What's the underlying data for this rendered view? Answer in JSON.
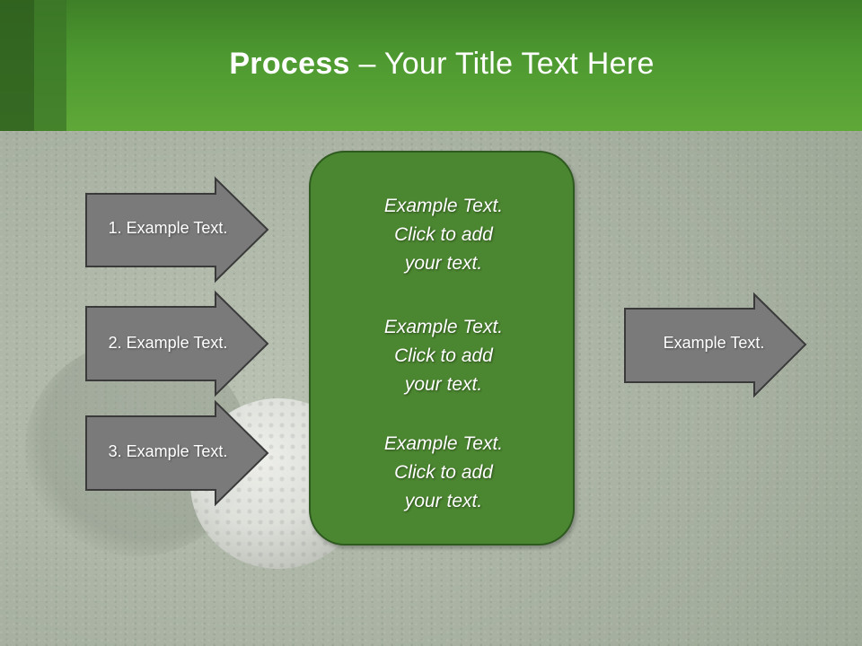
{
  "title": {
    "bold": "Process",
    "rest": " – Your Title Text Here"
  },
  "left_arrows": [
    {
      "label": "1. Example Text."
    },
    {
      "label": "2. Example Text."
    },
    {
      "label": "3. Example Text."
    }
  ],
  "center_box": {
    "paragraphs": [
      {
        "line1": "Example Text.",
        "line2": "Click  to add",
        "line3": "your text."
      },
      {
        "line1": "Example Text.",
        "line2": "Click  to add",
        "line3": "your text."
      },
      {
        "line1": "Example Text.",
        "line2": "Click  to add",
        "line3": "your text."
      }
    ]
  },
  "right_arrow": {
    "label": "Example Text."
  },
  "colors": {
    "header_green": "#5fa838",
    "box_green": "#4b8630",
    "arrow_gray": "#7a7a7a"
  }
}
